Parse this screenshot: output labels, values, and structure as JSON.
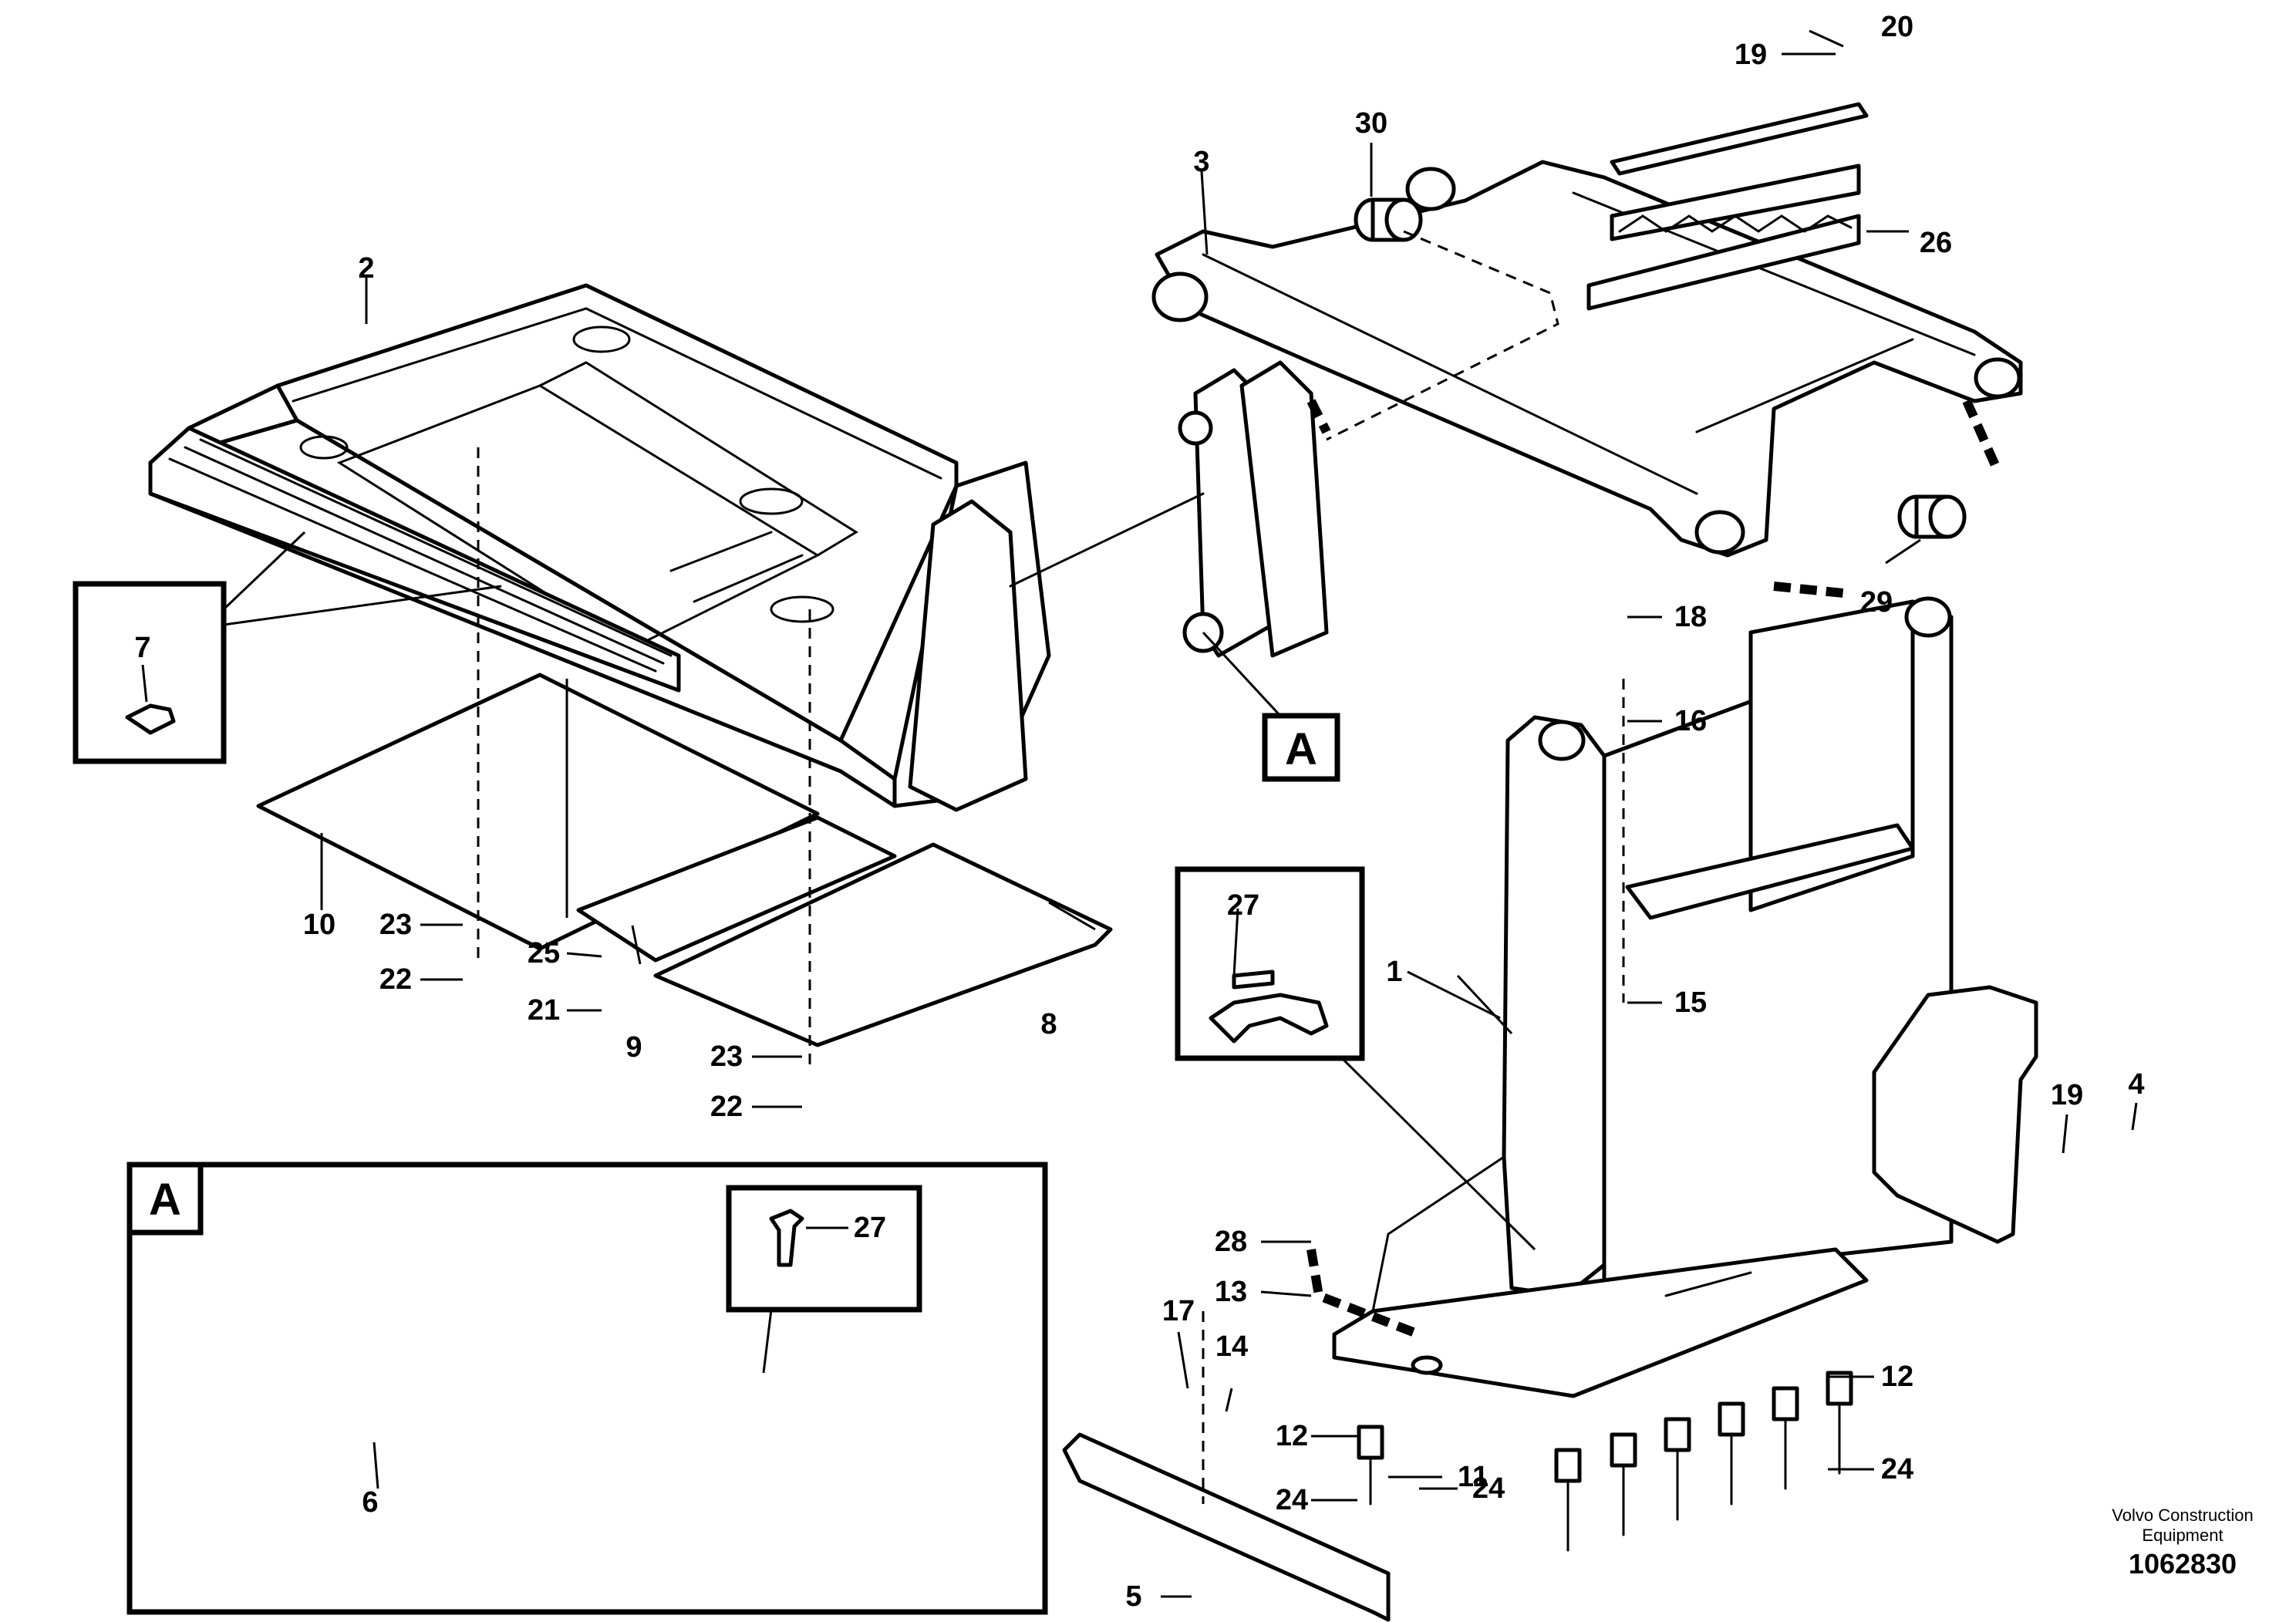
{
  "detail_marker": "A",
  "detail_box_label": "A",
  "callouts": {
    "c1": "1",
    "c2": "2",
    "c3": "3",
    "c4": "4",
    "c5": "5",
    "c6": "6",
    "c7": "7",
    "c8": "8",
    "c9": "9",
    "c10": "10",
    "c11": "11",
    "c12a": "12",
    "c12b": "12",
    "c13": "13",
    "c14": "14",
    "c15": "15",
    "c16": "16",
    "c17": "17",
    "c18": "18",
    "c19a": "19",
    "c19b": "19",
    "c20": "20",
    "c21": "21",
    "c22a": "22",
    "c22b": "22",
    "c23a": "23",
    "c23b": "23",
    "c24a": "24",
    "c24b": "24",
    "c24c": "24",
    "c25": "25",
    "c26": "26",
    "c27a": "27",
    "c27b": "27",
    "c28": "28",
    "c29": "29",
    "c30": "30"
  },
  "footer": {
    "brand_line1": "Volvo Construction",
    "brand_line2": "Equipment",
    "document_number": "1062830"
  }
}
